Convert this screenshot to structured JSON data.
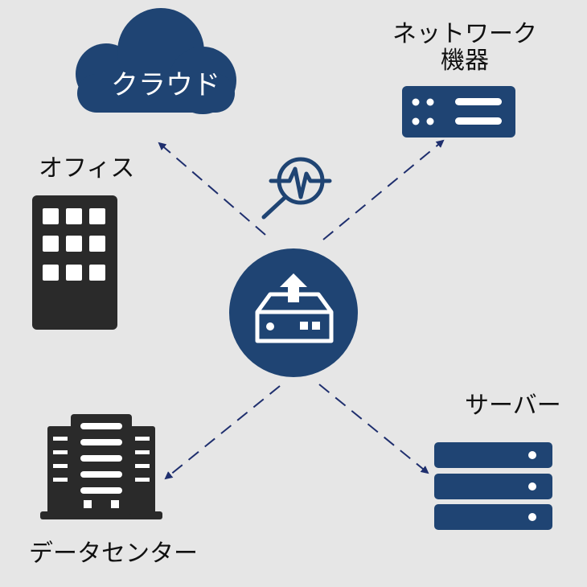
{
  "labels": {
    "cloud": "クラウド",
    "network_device_line1": "ネットワーク",
    "network_device_line2": "機器",
    "office": "オフィス",
    "server": "サーバー",
    "datacenter": "データセンター"
  },
  "colors": {
    "background": "#e6e6e6",
    "navy": "#1f4473",
    "dark": "#2a2a2a",
    "arrow": "#1f2f6e"
  },
  "icons": [
    "cloud-icon",
    "network-device-icon",
    "office-building-icon",
    "monitor-search-icon",
    "appliance-icon",
    "datacenter-icon",
    "server-rack-icon"
  ]
}
